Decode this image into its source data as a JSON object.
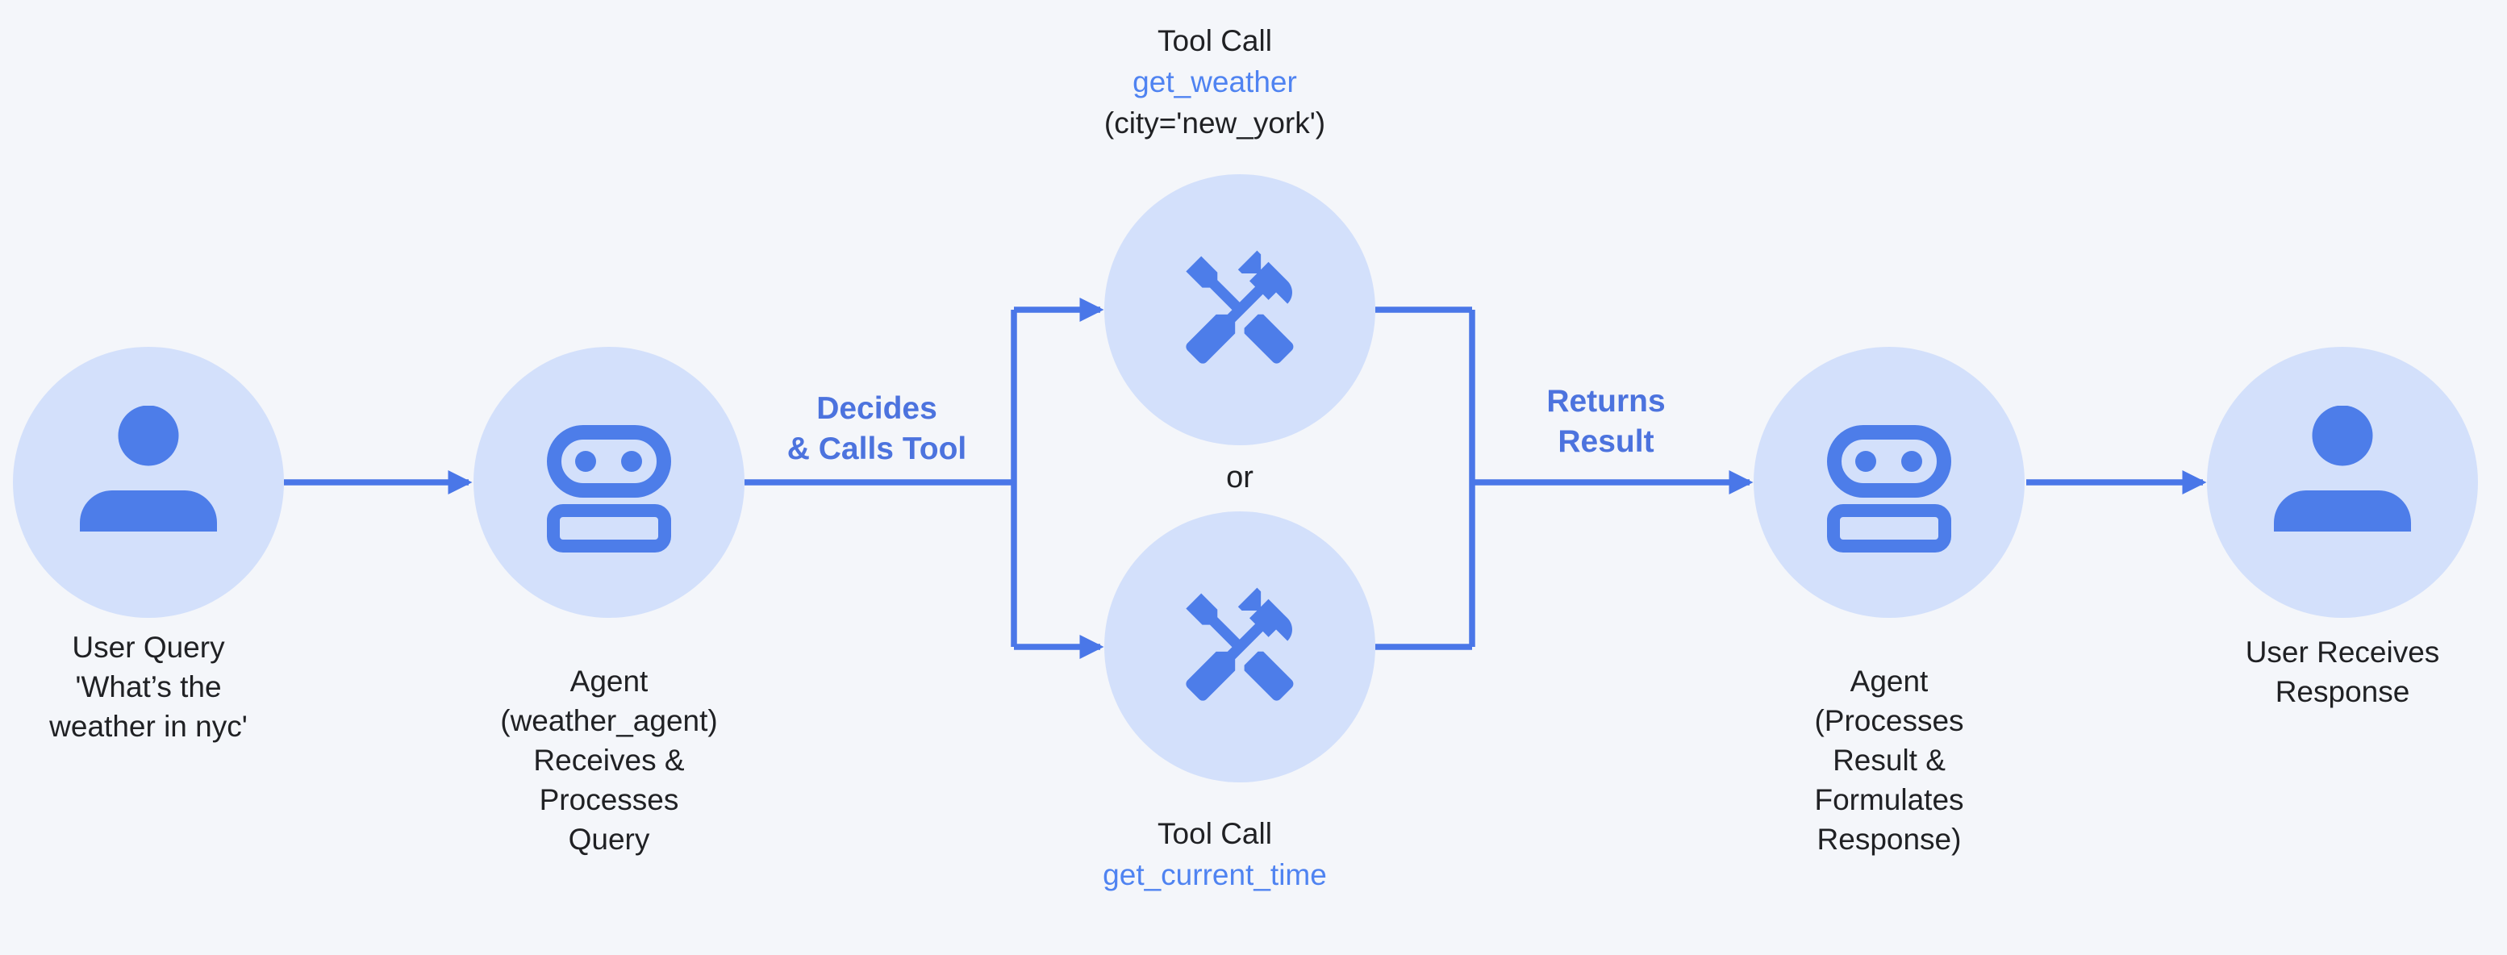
{
  "diagram": {
    "background": "#f4f6fa",
    "circle_fill": "#d3e0fb",
    "icon_blue": "#4d7de9",
    "arrow_blue": "#4a77e8",
    "edge_label_blue": "#4c73de",
    "tool_name_blue": "#4f83f1",
    "text_dark": "#202124"
  },
  "nodes": {
    "user_query": {
      "icon": "person-icon",
      "lines": [
        "User Query",
        "'What’s the",
        "weather in nyc'"
      ]
    },
    "agent_in": {
      "icon": "robot-icon",
      "lines": [
        "Agent",
        "(weather_agent)",
        "Receives &",
        "Processes",
        "Query"
      ]
    },
    "tool_weather": {
      "icon": "handyman-icon",
      "title": "Tool Call",
      "name": "get_weather",
      "args": "(city='new_york')"
    },
    "tool_time": {
      "icon": "handyman-icon",
      "title": "Tool Call",
      "name": "get_current_time"
    },
    "agent_out": {
      "icon": "robot-icon",
      "lines": [
        "Agent",
        "(Processes",
        "Result &",
        "Formulates",
        "Response)"
      ]
    },
    "user_response": {
      "icon": "person-icon",
      "lines": [
        "User Receives",
        "Response"
      ]
    }
  },
  "edges": {
    "decides": {
      "lines": [
        "Decides",
        "& Calls Tool"
      ]
    },
    "returns": {
      "lines": [
        "Returns",
        "Result"
      ]
    },
    "or_label": "or"
  }
}
